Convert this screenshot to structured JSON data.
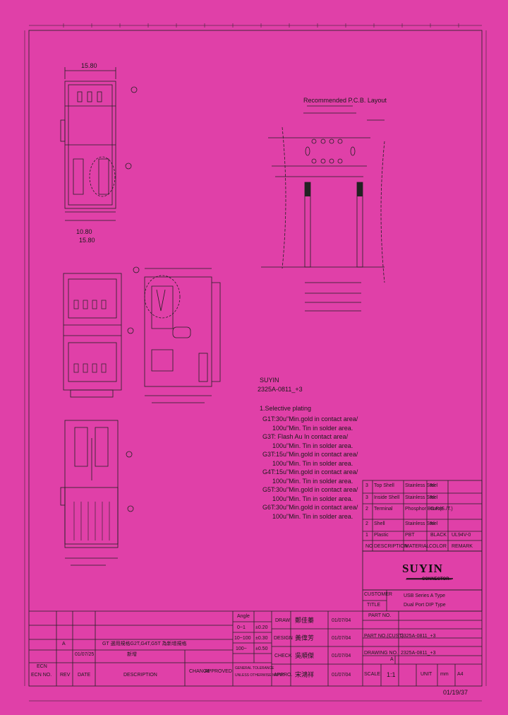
{
  "drawing": {
    "date_corner": "01/19/37",
    "dim_top_a": "15.80",
    "dim_pcb_title": "Recommended P.C.B. Layout",
    "dim_width_1": "10.80",
    "dim_width_2": "15.80",
    "section_label": "SUYIN",
    "section_part": "2325A-0811_+3",
    "notes_title": "1.Selective plating",
    "notes": [
      "G1T:30u\"Min.gold in contact area/",
      "100u\"Min. Tin in solder area.",
      "G3T: Flash Au In contact area/",
      "100u\"Min. Tin in solder area.",
      "G3T:15u\"Min.gold in contact area/",
      "100u\"Min. Tin in solder area.",
      "G4T:15u\"Min.gold in contact area/",
      "100u\"Min. Tin in solder area.",
      "G5T:30u\"Min.gold in contact area/",
      "100u\"Min. Tin in solder area.",
      "G6T:30u\"Min.gold in contact area/",
      "100u\"Min. Tin in solder area."
    ]
  },
  "bom": {
    "rows": [
      {
        "no": "3",
        "desc": "Top Shell",
        "mat": "Stainless Steel",
        "color": "Ni",
        "remark": ""
      },
      {
        "no": "3",
        "desc": "Inside Shell",
        "mat": "Stainless Steel",
        "color": "Ni",
        "remark": ""
      },
      {
        "no": "2",
        "desc": "Terminal",
        "mat": "Phosphor Bronze",
        "color": "G.P.(S./T.)",
        "remark": ""
      },
      {
        "no": "2",
        "desc": "Shell",
        "mat": "Stainless Steel",
        "color": "Ni",
        "remark": ""
      },
      {
        "no": "1",
        "desc": "Plastic",
        "mat": "PBT",
        "color": "BLACK",
        "remark": "UL94V-0"
      }
    ],
    "header": {
      "no": "NO",
      "desc": "DESCRIPTION",
      "mat": "MATERIAL",
      "color": "COLOR",
      "remark": "REMARK"
    }
  },
  "titleblock": {
    "logo": "SUYIN",
    "logo_sub": "CONNECTOR",
    "customer_label": "CUSTOMER",
    "title_label": "TITLE",
    "title_line1": "USB Series A Type",
    "title_line2": "Dual Port DIP Type",
    "part_label": "PART NO.",
    "part_no_label": "PART NO.(CUST)",
    "drawing_no_label": "DRAWING NO.",
    "part_no": "2325A-0811_+3",
    "drawing_no": "2325A-0811_+3",
    "rev_a": "A",
    "scale_label": "SCALE",
    "scale": "1:1",
    "unit_label": "UNIT",
    "unit": "mm",
    "sheet_label": "A4",
    "draw_label": "DRAW",
    "design_label": "DESIGN",
    "check_label": "CHECK",
    "appro_label": "APPRO.",
    "draw_name": "鄭佳蓁",
    "design_name": "黃偉芳",
    "check_name": "吳順傑",
    "appro_name": "宋鴻祥",
    "draw_date": "01/07/04",
    "design_date": "01/07/04",
    "check_date": "01/07/04",
    "appro_date": "01/07/04",
    "angle_label": "Angle",
    "tol1_label": "0~1",
    "tol2_label": "10~100",
    "tol3_label": "100~",
    "tol_a": "±0.20",
    "tol_b": "±0.30",
    "tol_c": "±0.50",
    "general_tol": "GENERAL TOLERANCE",
    "unless_note": "UNLESS OTHERWISE NOTED",
    "rev_desc": "GT 選用規格G2T,G4T,G5T 為新增規格",
    "rev_date": "01/07/25",
    "rev_initial": "新增",
    "ecn_label": "ECN",
    "ecn_no_label": "ECN NO.",
    "rev_label": "REV",
    "date_label": "DATE",
    "description_label": "DESCRIPTION",
    "change_label": "CHANGE",
    "approved_label": "APPROVED"
  }
}
